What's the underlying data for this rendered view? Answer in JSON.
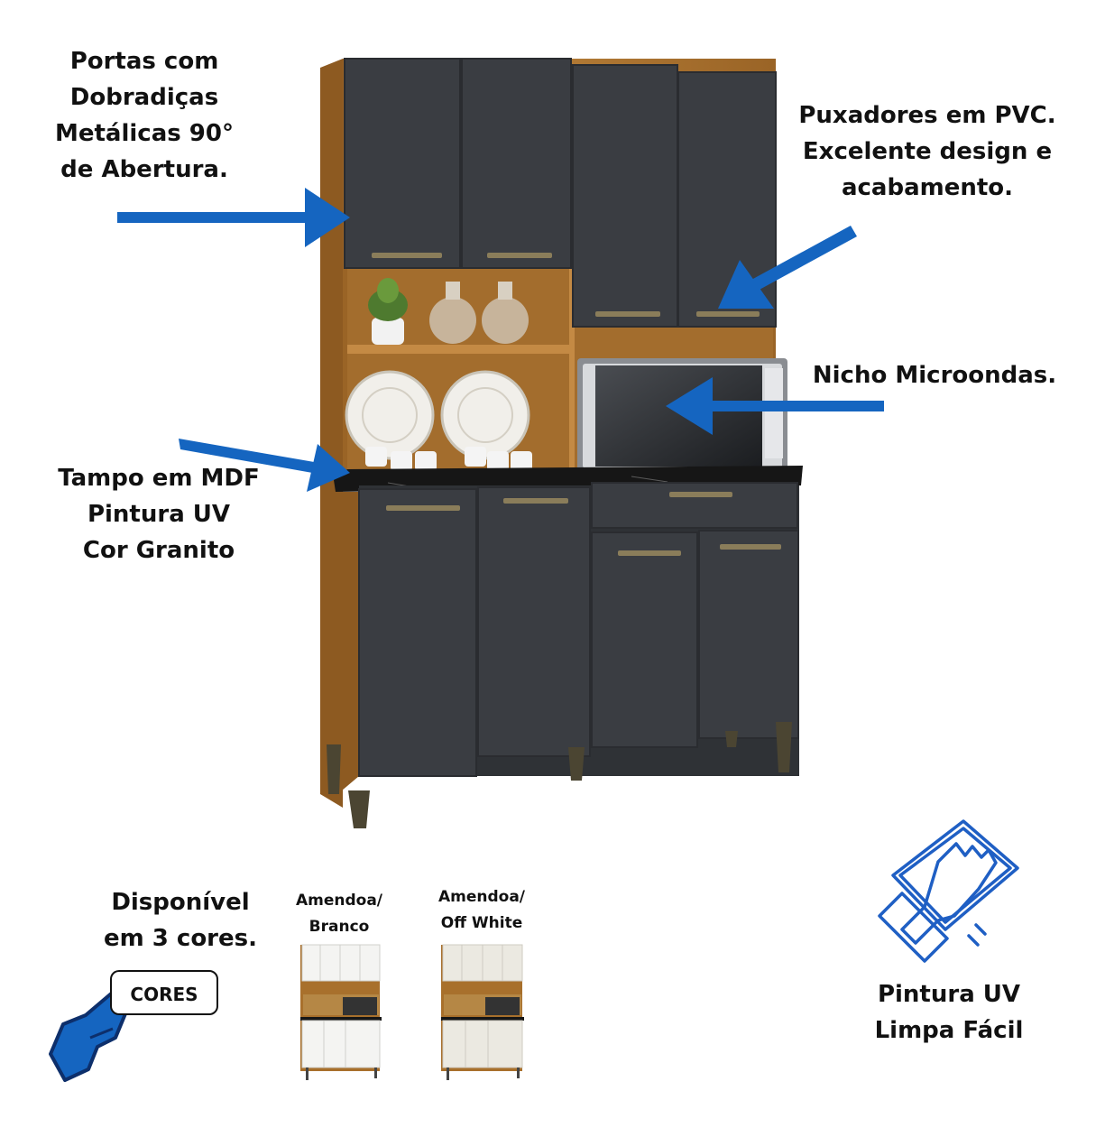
{
  "colors": {
    "arrow": "#1565c0",
    "wood": "#a8702c",
    "door": "#3a3d42",
    "countertop": "#161616",
    "handle": "#8a7d5a",
    "icon_stroke": "#1f5fc4"
  },
  "callouts": {
    "doors": [
      "Portas com",
      "Dobradiças",
      "Metálicas 90°",
      "de Abertura."
    ],
    "handles": [
      "Puxadores em PVC.",
      "Excelente design e",
      "acabamento."
    ],
    "microwave": [
      "Nicho Microondas."
    ],
    "countertop": [
      "Tampo em MDF",
      "Pintura UV",
      "Cor Granito"
    ]
  },
  "availability": {
    "text": [
      "Disponível",
      "em 3 cores."
    ],
    "button_label": "CORES",
    "variants": [
      {
        "label": [
          "Amendoa/",
          "Branco"
        ]
      },
      {
        "label": [
          "Amendoa/",
          "Off White"
        ]
      }
    ]
  },
  "feature": {
    "icon": "hand-wiping-cloth-icon",
    "text": [
      "Pintura UV",
      "Limpa Fácil"
    ]
  },
  "icons": {
    "pointer": "pointing-hand-icon",
    "arrows": "arrow-icon"
  }
}
